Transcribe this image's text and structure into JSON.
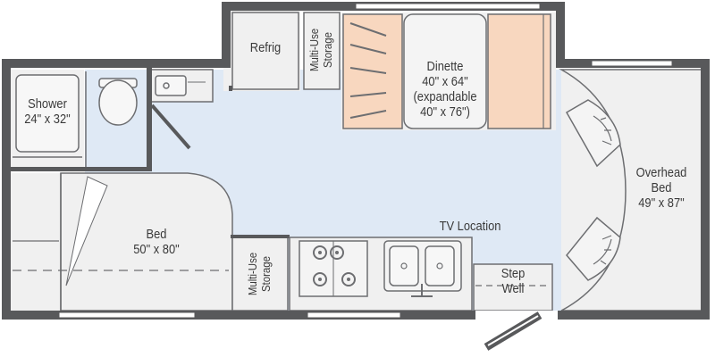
{
  "floorplan": {
    "colors": {
      "wall": "#58595b",
      "floor": "#dfe9f5",
      "fixture": "#f0f0f0",
      "cushion": "#f8d7bf",
      "line": "#6d6e71"
    },
    "rooms": {
      "shower": {
        "name": "Shower",
        "size": "24\" x 32\""
      },
      "refrigerator": {
        "name": "Refrig"
      },
      "storage_top": {
        "line1": "Multi-Use",
        "line2": "Storage"
      },
      "dinette": {
        "name": "Dinette",
        "size": "40\" x 64\"",
        "note_line1": "(expandable",
        "note_line2": "40\" x 76\")"
      },
      "overhead_bed": {
        "name": "Overhead",
        "name2": "Bed",
        "size": "49\" x 87\""
      },
      "bed": {
        "name": "Bed",
        "size": "50\" x 80\""
      },
      "storage_bottom": {
        "line1": "Multi-Use",
        "line2": "Storage"
      },
      "tv": {
        "label": "TV Location"
      },
      "step_well": {
        "line1": "Step",
        "line2": "Well"
      }
    }
  }
}
